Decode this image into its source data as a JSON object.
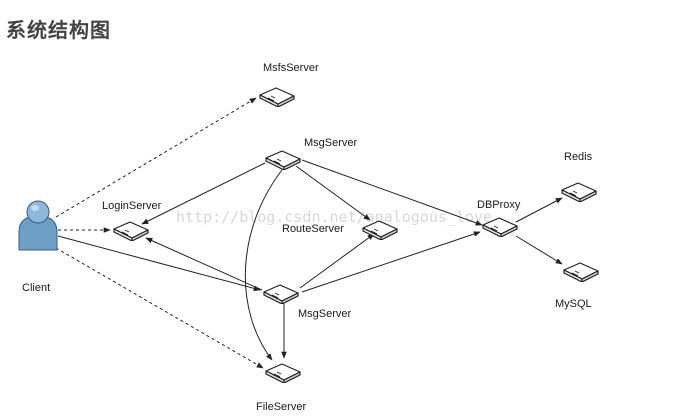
{
  "title": "系统结构图",
  "watermark": "http://blog.csdn.net/analogous_love",
  "colors": {
    "edge": "#222222",
    "title": "#444444",
    "client_body": "#6f9fc4"
  },
  "nodes": {
    "client": "Client",
    "msfs_server": "MsfsServer",
    "msg_server_top": "MsgServer",
    "login_server": "LoginServer",
    "route_server": "RouteServer",
    "msg_server_bottom": "MsgServer",
    "file_server": "FileServer",
    "db_proxy": "DBProxy",
    "redis": "Redis",
    "mysql": "MySQL"
  }
}
